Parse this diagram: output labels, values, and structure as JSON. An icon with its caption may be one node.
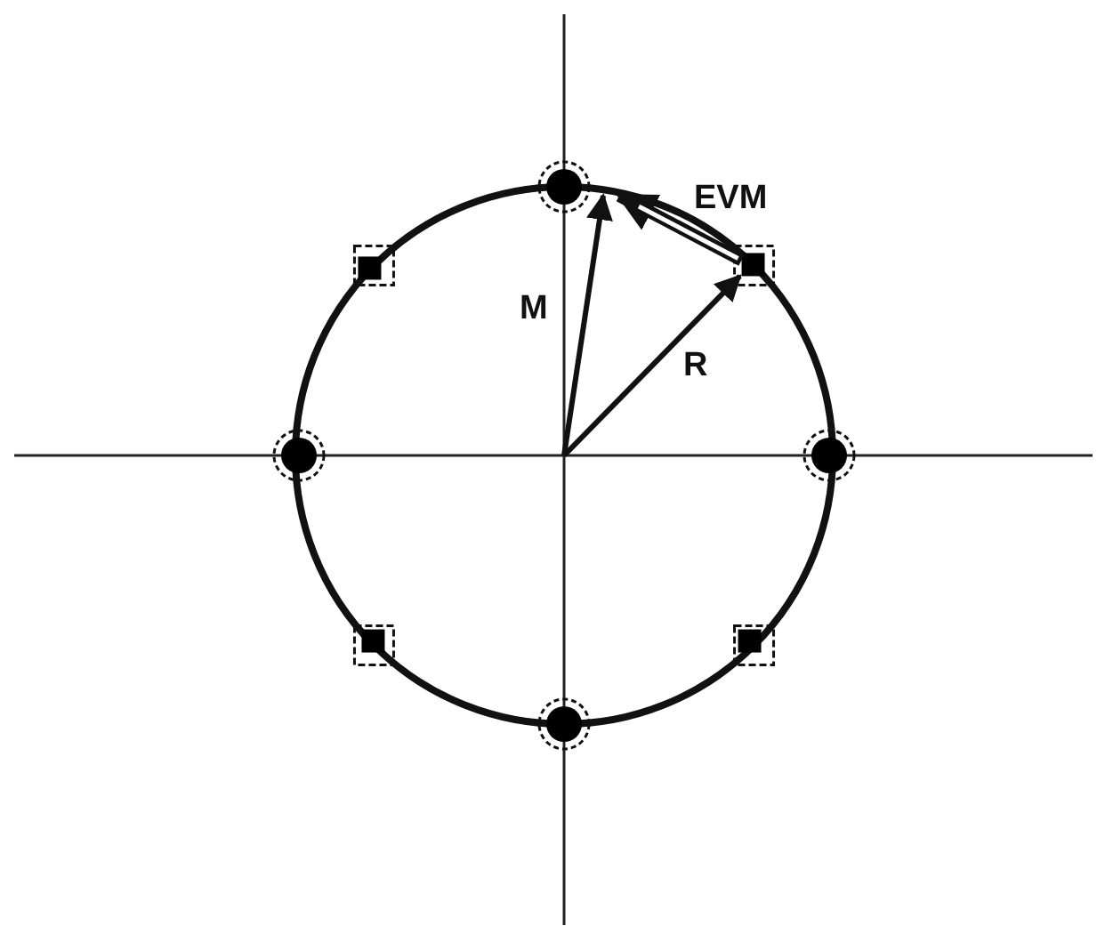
{
  "diagram": {
    "labels": [
      "EVM",
      "M",
      "R"
    ]
  }
}
